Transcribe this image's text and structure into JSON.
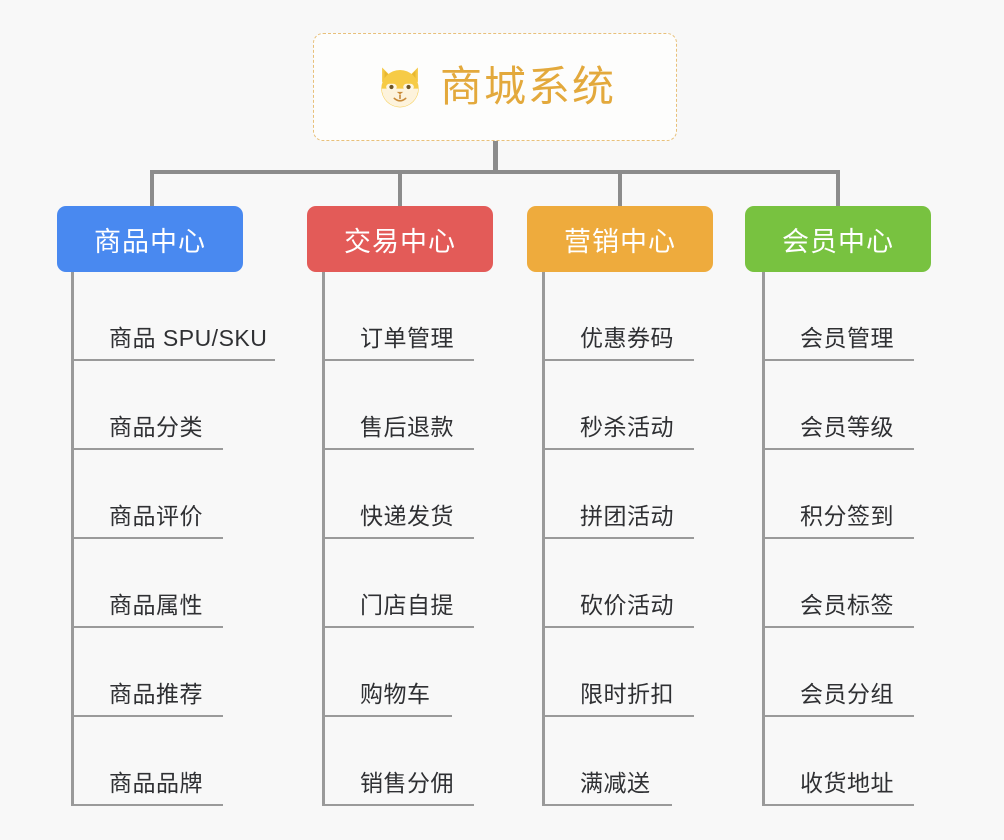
{
  "diagram": {
    "type": "organization-tree",
    "root": {
      "title": "商城系统",
      "icon": "shiba-dog-face-icon",
      "border_color": "#e8c07a",
      "text_color": "#e3a93c",
      "background": "#fdfdfc"
    },
    "background": "#f8f8f8",
    "connector_color": "#8c8c8c",
    "rule_color": "#9a9a9a",
    "leaf_text_color": "#2f3033",
    "columns": [
      {
        "title": "商品中心",
        "color": "#4989f0",
        "items": [
          "商品 SPU/SKU",
          "商品分类",
          "商品评价",
          "商品属性",
          "商品推荐",
          "商品品牌"
        ]
      },
      {
        "title": "交易中心",
        "color": "#e35b58",
        "items": [
          "订单管理",
          "售后退款",
          "快递发货",
          "门店自提",
          "购物车",
          "销售分佣"
        ]
      },
      {
        "title": "营销中心",
        "color": "#eeab3d",
        "items": [
          "优惠券码",
          "秒杀活动",
          "拼团活动",
          "砍价活动",
          "限时折扣",
          "满减送"
        ]
      },
      {
        "title": "会员中心",
        "color": "#78c council",
        "items": [
          "会员管理",
          "会员等级",
          "积分签到",
          "会员标签",
          "会员分组",
          "收货地址"
        ]
      }
    ]
  }
}
